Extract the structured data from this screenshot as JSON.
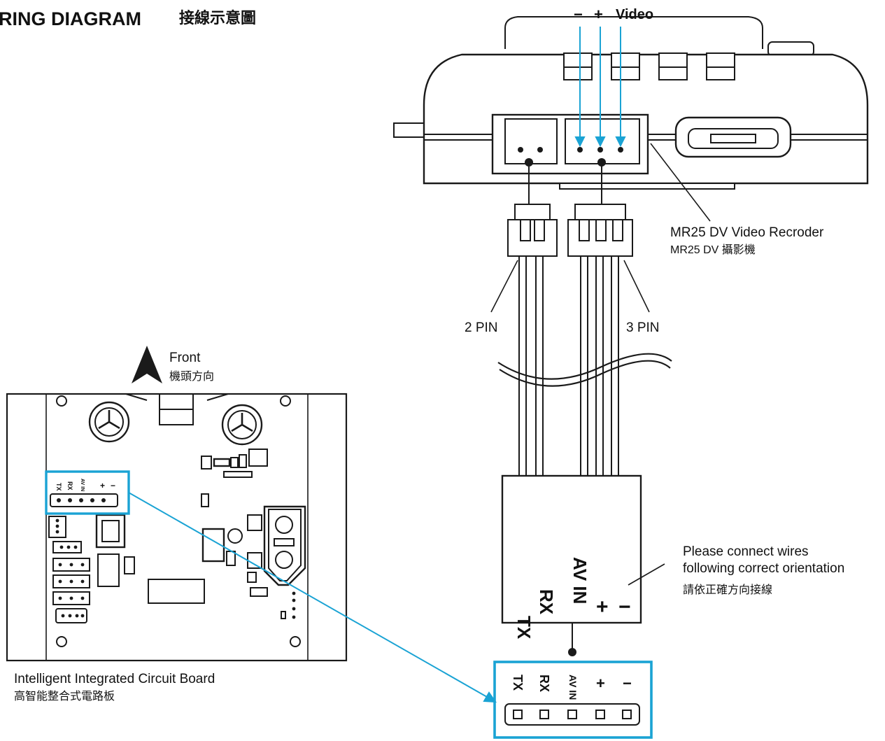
{
  "header": {
    "title": "RING DIAGRAM",
    "title_zh": "接線示意圖"
  },
  "recorder": {
    "pin_minus": "−",
    "pin_plus": "+",
    "pin_video": "Video",
    "name_en": "MR25 DV Video Recroder",
    "name_zh": "MR25 DV 攝影機"
  },
  "connectors": {
    "two_pin": "2 PIN",
    "three_pin": "3 PIN"
  },
  "board": {
    "front_en": "Front",
    "front_zh": "機頭方向",
    "name_en": "Intelligent Integrated Circuit Board",
    "name_zh": "高智能整合式電路板",
    "pins": [
      "TX",
      "RX",
      "AV IN",
      "+",
      "−"
    ]
  },
  "plug": {
    "labels": [
      "TX",
      "RX",
      "AV IN",
      "+",
      "−"
    ]
  },
  "note": {
    "line1": "Please connect wires",
    "line2": "following correct orientation",
    "line_zh": "請依正確方向接線"
  },
  "socket": {
    "labels": [
      "TX",
      "RX",
      "AV IN",
      "+",
      "−"
    ]
  },
  "colors": {
    "highlight": "#1aa3d4",
    "ink": "#1a1a1a"
  }
}
